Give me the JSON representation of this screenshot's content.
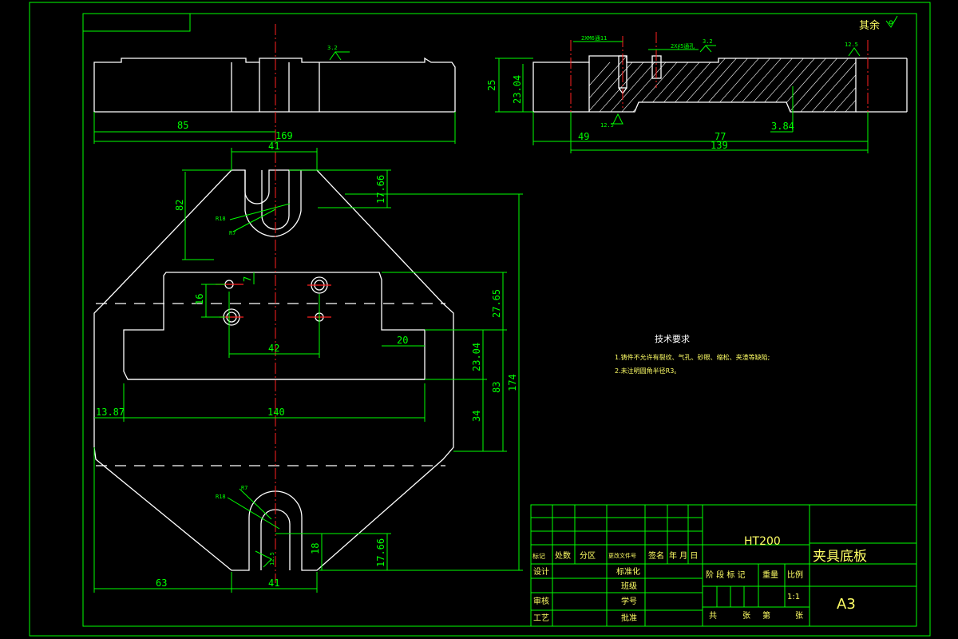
{
  "title_block": {
    "material": "HT200",
    "part_name": "夹具底板",
    "sheet_size": "A3",
    "scale": "1:1",
    "header_labels": [
      "标记",
      "处数",
      "分区",
      "更改文件号",
      "签名",
      "年 月 日"
    ],
    "design": "设计",
    "standardize": "标准化",
    "class": "班级",
    "student_no": "学号",
    "review": "审核",
    "process": "工艺",
    "approve": "批准",
    "stage_mark": "阶 段 标 记",
    "weight": "重量",
    "ratio": "比例",
    "total_sheets": "共",
    "sheet_unit_1": "张",
    "sheet_nth": "第",
    "sheet_unit_2": "张"
  },
  "corner_note": "其余",
  "tech_requirements": {
    "heading": "技术要求",
    "items": [
      "1.铸件不允许有裂纹、气孔、砂眼、缩松、夹渣等缺陷;",
      "2.未注明圆角半径R3。"
    ]
  },
  "annotations": {
    "thread_note": "2XM6通11",
    "hole_note": "2X∮5通孔",
    "rough_32_a": "3.2",
    "rough_32_b": "3.2",
    "rough_125_a": "12.5",
    "rough_125_b": "12.5",
    "rough_125_c": "12.5",
    "r18": "R18",
    "r7_top": "R7",
    "r18_b": "R18",
    "r7_bottom": "R7"
  },
  "dimensions": {
    "d85": "85",
    "d169": "169",
    "d25": "25",
    "d2304_side": "23.04",
    "d49": "49",
    "d77": "77",
    "d139": "139",
    "d384": "3.84",
    "d41_top": "41",
    "d82": "82",
    "d1766_top": "17.66",
    "d7": "7",
    "d16": "16",
    "d42": "42",
    "d2765": "27.65",
    "d20": "20",
    "d2304_plan": "23.04",
    "d83": "83",
    "d174": "174",
    "d1387": "13.87",
    "d140": "140",
    "d34": "34",
    "d18": "18",
    "d1766_bot": "17.66",
    "d63": "63",
    "d41_bot": "41"
  }
}
